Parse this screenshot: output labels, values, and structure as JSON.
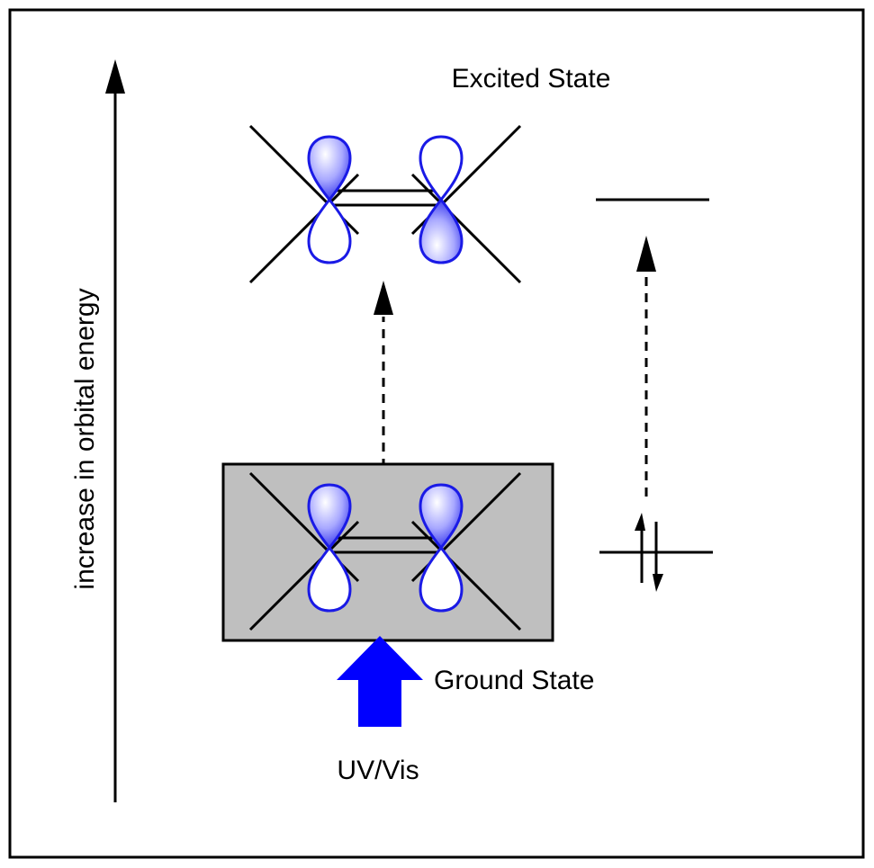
{
  "labels": {
    "excited_state": "Excited State",
    "ground_state": "Ground State",
    "light_source": "UV/Vis",
    "energy_axis": "increase in orbital energy"
  },
  "colors": {
    "frame": "#000000",
    "lobe_outline": "#1a1ae6",
    "lobe_shade": "#8080ff",
    "lobe_highlight": "#ffffff",
    "ground_box_fill": "#bfbfbf",
    "light_arrow": "#0000ff"
  },
  "icons": {
    "light_arrow": "block-arrow-up-icon",
    "electron_pair": "spin-pair-icon"
  }
}
